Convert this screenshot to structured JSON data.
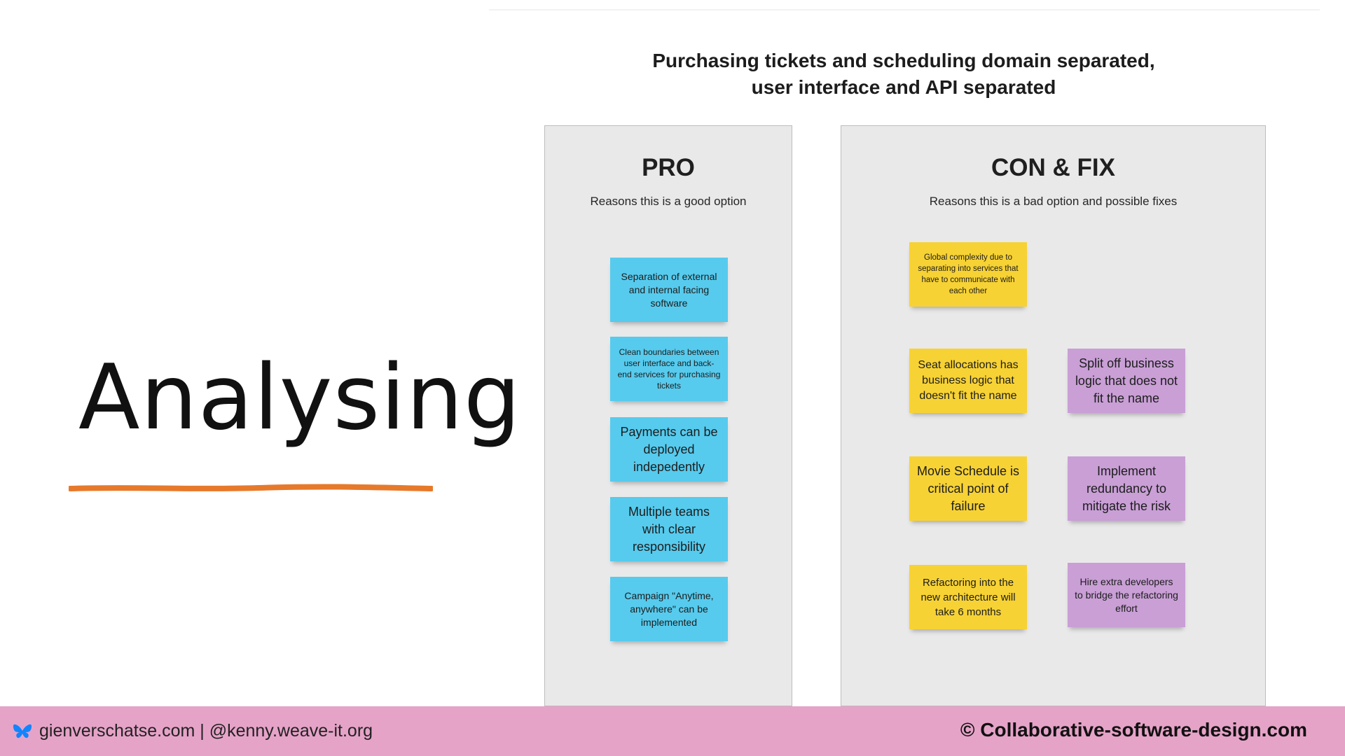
{
  "slide": {
    "title": "Analysing",
    "accent_color": "#e7792b"
  },
  "board": {
    "title_line1": "Purchasing tickets and scheduling domain separated,",
    "title_line2": "user interface and API separated"
  },
  "pro": {
    "heading": "PRO",
    "subtitle": "Reasons this is a good option",
    "notes": [
      "Separation of external and internal facing software",
      "Clean boundaries between user interface and back-end services for purchasing tickets",
      "Payments can be deployed indepedently",
      "Multiple teams with clear responsibility",
      "Campaign \"Anytime, anywhere\" can be implemented"
    ]
  },
  "con": {
    "heading": "CON & FIX",
    "subtitle": "Reasons this is a bad option and possible fixes",
    "cons": [
      "Global complexity due to separating into services that have to communicate with each other",
      "Seat allocations has business logic that doesn't fit the name",
      "Movie Schedule is critical point of failure",
      "Refactoring into the new architecture will take 6 months"
    ],
    "fixes": [
      "Split off business logic that does not fit the name",
      "Implement redundancy to mitigate the risk",
      "Hire extra developers to bridge the refactoring effort"
    ]
  },
  "colors": {
    "pro_note": "#56cbee",
    "con_note": "#f7d234",
    "fix_note": "#c99fd6",
    "footer": "#e6a3c8",
    "bluesky": "#1185fe"
  },
  "icons": {
    "footer": "butterfly-icon"
  },
  "footer": {
    "left_text": "gienverschatse.com | @kenny.weave-it.org",
    "right_text": "© Collaborative-software-design.com"
  }
}
